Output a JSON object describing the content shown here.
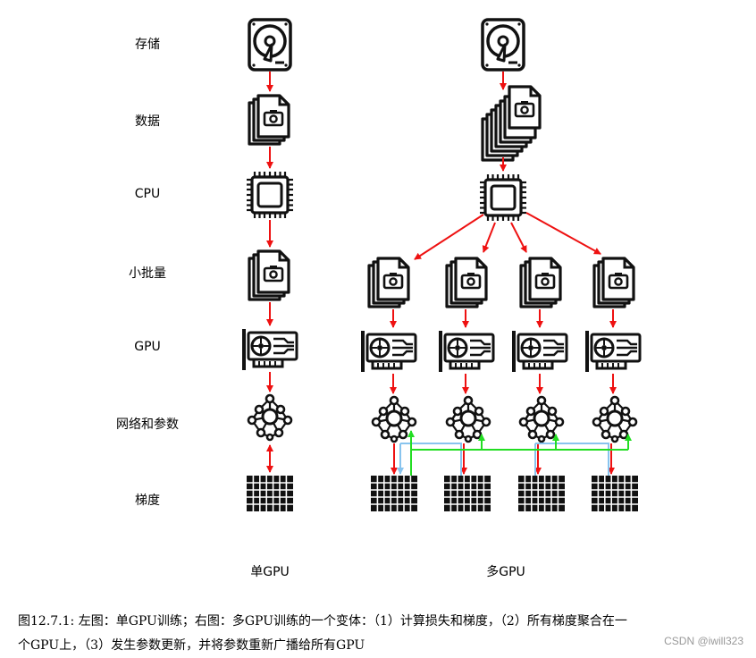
{
  "rows": {
    "storage": "存储",
    "data": "数据",
    "cpu": "CPU",
    "minibatch": "小批量",
    "gpu": "GPU",
    "network": "网络和参数",
    "gradient": "梯度"
  },
  "columns": {
    "single": "单GPU",
    "multi": "多GPU"
  },
  "caption": {
    "line1": "图12.7.1: 左图：单GPU训练；右图：多GPU训练的一个变体：（1）计算损失和梯度，（2）所有梯度聚合在一",
    "line2": "个GPU上，（3）发生参数更新，并将参数重新广播给所有GPU"
  },
  "watermark": "CSDN @iwill323",
  "colors": {
    "arrow": "#ee1111",
    "aggregate": "#88c4ee",
    "broadcast": "#22dd22",
    "icon": "#111111"
  },
  "icons": [
    "hard-disk-icon",
    "document-stack-icon",
    "cpu-chip-icon",
    "gpu-card-icon",
    "neural-network-icon",
    "gradient-grid-icon"
  ]
}
